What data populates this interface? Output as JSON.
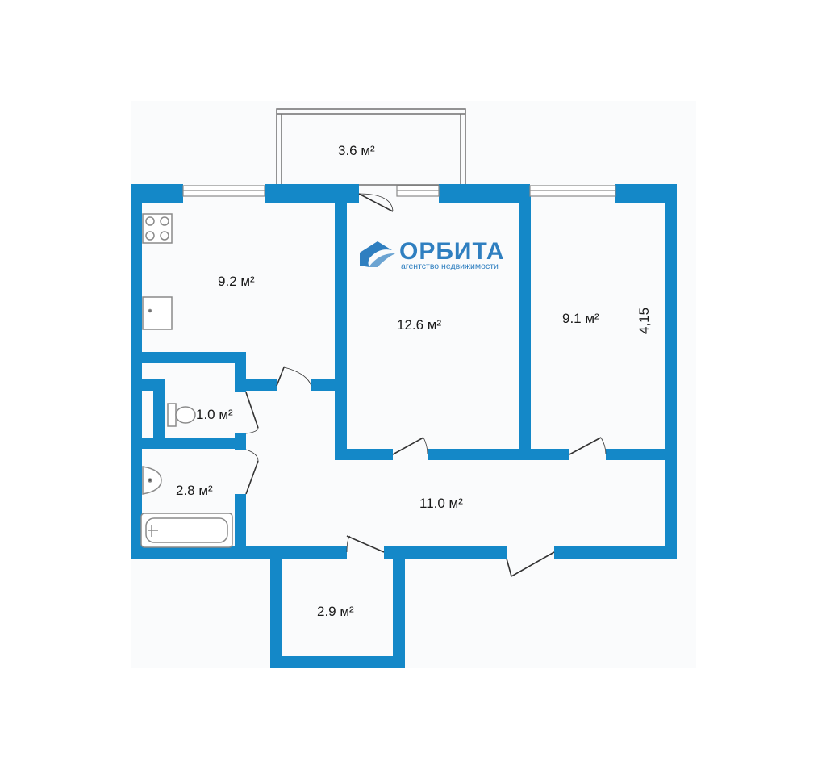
{
  "colors": {
    "wall": "#1488C8",
    "brand": "#2F7FC0",
    "fixture": "#8a8a8a",
    "text": "#1a1a1a"
  },
  "logo": {
    "name": "ОРБИТА",
    "tagline": "агентство недвижимости",
    "icon": "house-logo-icon"
  },
  "rooms": {
    "balcony": "3.6 м²",
    "kitchen": "9.2 м²",
    "living": "12.6 м²",
    "bedroom": "9.1 м²",
    "toilet": "1.0 м²",
    "bathroom": "2.8 м²",
    "hall": "11.0 м²",
    "storage": "2.9 м²"
  },
  "dimension": "4,15",
  "fixtures": [
    "stove-icon",
    "sink-icon",
    "toilet-icon",
    "washbasin-icon",
    "bathtub-icon"
  ]
}
